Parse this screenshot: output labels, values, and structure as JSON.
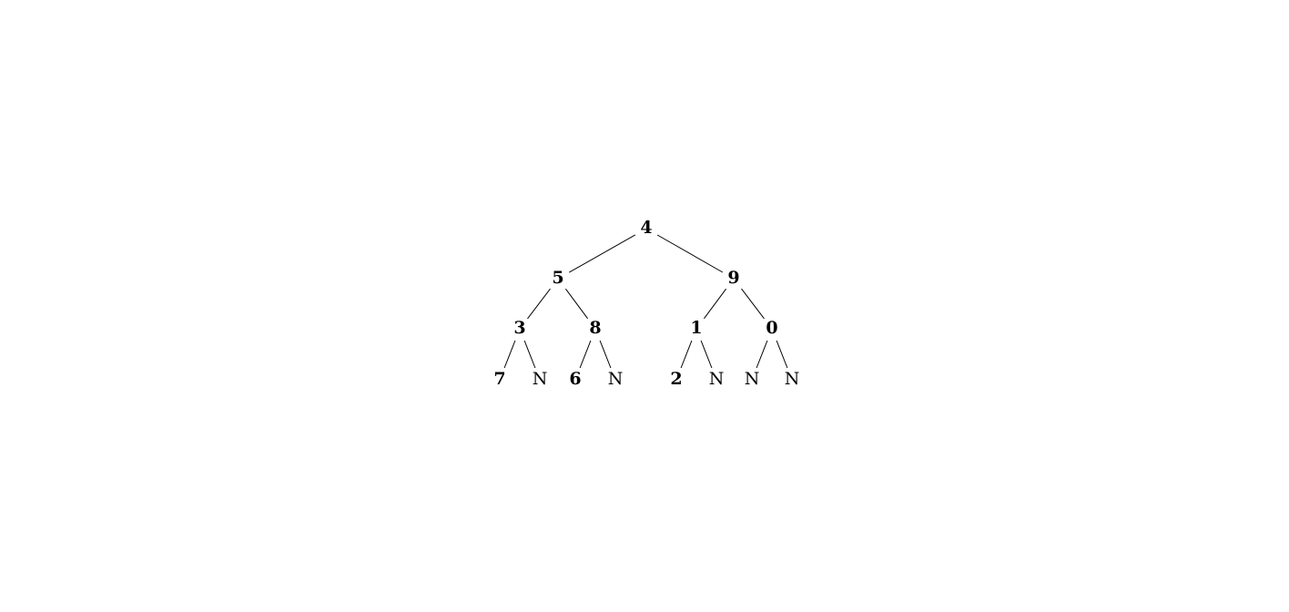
{
  "tree": {
    "nodes": [
      {
        "id": "n0",
        "label": "4",
        "bold": true
      },
      {
        "id": "n1",
        "label": "5",
        "bold": true
      },
      {
        "id": "n2",
        "label": "9",
        "bold": true
      },
      {
        "id": "n3",
        "label": "3",
        "bold": true
      },
      {
        "id": "n4",
        "label": "8",
        "bold": true
      },
      {
        "id": "n5",
        "label": "1",
        "bold": true
      },
      {
        "id": "n6",
        "label": "0",
        "bold": true
      },
      {
        "id": "n7",
        "label": "7",
        "bold": true
      },
      {
        "id": "n8",
        "label": "N",
        "bold": false
      },
      {
        "id": "n9",
        "label": "6",
        "bold": true
      },
      {
        "id": "n10",
        "label": "N",
        "bold": false
      },
      {
        "id": "n11",
        "label": "2",
        "bold": true
      },
      {
        "id": "n12",
        "label": "N",
        "bold": false
      },
      {
        "id": "n13",
        "label": "N",
        "bold": false
      },
      {
        "id": "n14",
        "label": "N",
        "bold": false
      }
    ],
    "edges": [
      [
        "n0",
        "n1"
      ],
      [
        "n0",
        "n2"
      ],
      [
        "n1",
        "n3"
      ],
      [
        "n1",
        "n4"
      ],
      [
        "n2",
        "n5"
      ],
      [
        "n2",
        "n6"
      ],
      [
        "n3",
        "n7"
      ],
      [
        "n3",
        "n8"
      ],
      [
        "n4",
        "n9"
      ],
      [
        "n4",
        "n10"
      ],
      [
        "n5",
        "n11"
      ],
      [
        "n5",
        "n12"
      ],
      [
        "n6",
        "n13"
      ],
      [
        "n6",
        "n14"
      ]
    ]
  }
}
